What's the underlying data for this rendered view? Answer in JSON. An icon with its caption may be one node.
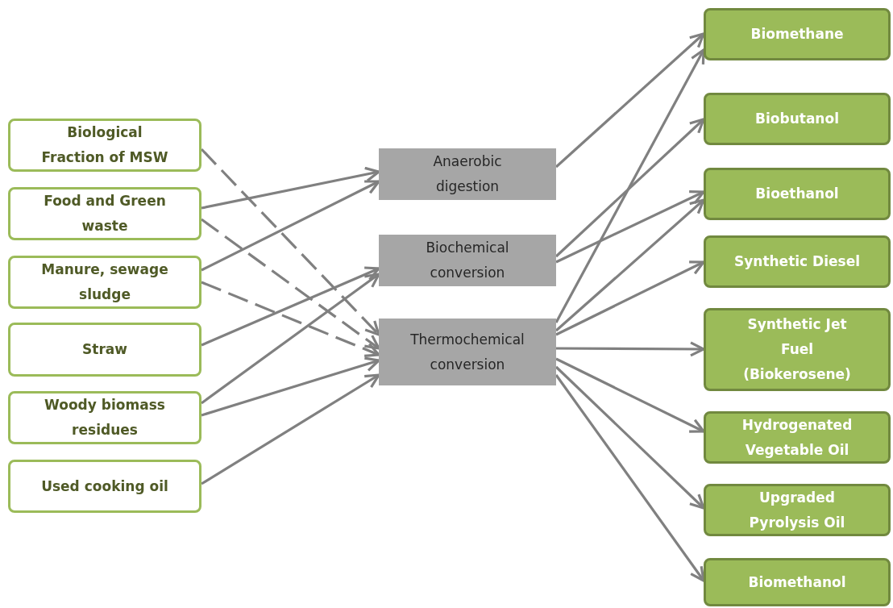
{
  "diagram": {
    "nodes": [
      {
        "text": [
          "Biological Fraction of MSW"
        ]
      },
      {
        "text": [
          "Food and Green waste"
        ]
      },
      {
        "text": [
          "Manure, sewage sludge"
        ]
      },
      {
        "text": [
          "Straw"
        ]
      },
      {
        "text": [
          "Woody biomass residues"
        ]
      },
      {
        "text": [
          "Used cooking oil"
        ]
      },
      {
        "text": [
          "Anaerobic digestion"
        ]
      },
      {
        "text": [
          "Biochemical conversion"
        ]
      },
      {
        "text": [
          "Thermochemical conversion"
        ]
      },
      {
        "text": [
          "Biomethane"
        ]
      },
      {
        "text": [
          "Biobutanol"
        ]
      },
      {
        "text": [
          "Bioethanol"
        ]
      },
      {
        "text": [
          "Synthetic Diesel"
        ]
      },
      {
        "text": [
          "Synthetic Jet Fuel (Biokerosene)"
        ]
      },
      {
        "text": [
          "Hydrogenated Vegetable Oil"
        ]
      },
      {
        "text": [
          "Upgraded Pyrolysis Oil"
        ]
      },
      {
        "text": [
          "Biomethanol"
        ]
      }
    ],
    "edges": [
      {
        "from": 0,
        "to": 8,
        "arrow": "to",
        "style": "dashed"
      },
      {
        "from": 1,
        "to": 6,
        "arrow": "to"
      },
      {
        "from": 1,
        "to": 8,
        "arrow": "to",
        "style": "dashed"
      },
      {
        "from": 2,
        "to": 6,
        "arrow": "to"
      },
      {
        "from": 2,
        "to": 8,
        "arrow": "to",
        "style": "dashed"
      },
      {
        "from": 3,
        "to": 7,
        "arrow": "to"
      },
      {
        "from": 4,
        "to": 7,
        "arrow": "to"
      },
      {
        "from": 4,
        "to": 8,
        "arrow": "to"
      },
      {
        "from": 5,
        "to": 8,
        "arrow": "to"
      },
      {
        "from": 6,
        "to": 9,
        "arrow": "to"
      },
      {
        "from": 7,
        "to": 10,
        "arrow": "to"
      },
      {
        "from": 7,
        "to": 11,
        "arrow": "to"
      },
      {
        "from": 8,
        "to": 9,
        "arrow": "to"
      },
      {
        "from": 8,
        "to": 11,
        "arrow": "to"
      },
      {
        "from": 8,
        "to": 12,
        "arrow": "to"
      },
      {
        "from": 8,
        "to": 13,
        "arrow": "to"
      },
      {
        "from": 8,
        "to": 14,
        "arrow": "to"
      },
      {
        "from": 8,
        "to": 15,
        "arrow": "to"
      },
      {
        "from": 8,
        "to": 16,
        "arrow": "to"
      }
    ]
  }
}
